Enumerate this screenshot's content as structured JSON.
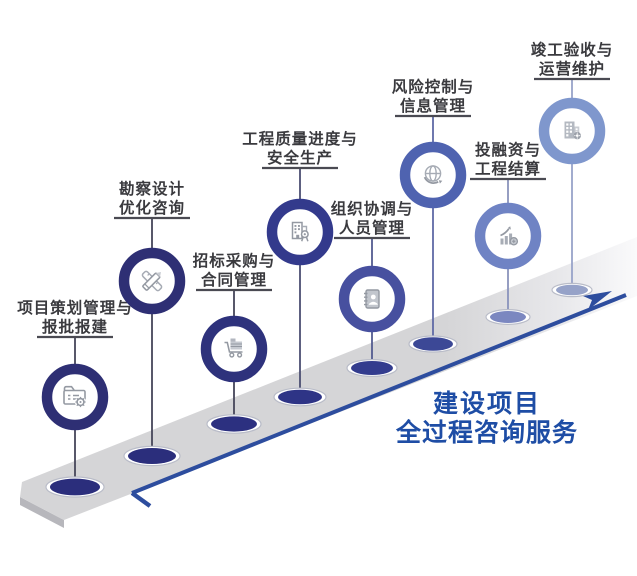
{
  "title": {
    "line1": "建设项目",
    "line2": "全过程咨询服务",
    "color": "#1e4da5"
  },
  "steps": [
    {
      "line1": "项目策划管理与",
      "line2": "报批报建",
      "icon": "folder-gear-icon",
      "ring_color": "#2e2f74",
      "ellipse_color": "#2b2e7c",
      "line_color": "#46465a"
    },
    {
      "line1": "勘察设计",
      "line2": "优化咨询",
      "icon": "design-tools-icon",
      "ring_color": "#2e2f74",
      "ellipse_color": "#2b2e7c",
      "line_color": "#46465a"
    },
    {
      "line1": "招标采购与",
      "line2": "合同管理",
      "icon": "cart-icon",
      "ring_color": "#2e327c",
      "ellipse_color": "#2c3080",
      "line_color": "#46465a"
    },
    {
      "line1": "工程质量进度与",
      "line2": "安全生产",
      "icon": "building-award-icon",
      "ring_color": "#333a8c",
      "ellipse_color": "#2e3486",
      "line_color": "#4b4e72"
    },
    {
      "line1": "组织协调与",
      "line2": "人员管理",
      "icon": "address-book-icon",
      "ring_color": "#47509f",
      "ellipse_color": "#333c8e",
      "line_color": "#535b90"
    },
    {
      "line1": "风险控制与",
      "line2": "信息管理",
      "icon": "globe-sync-icon",
      "ring_color": "#4f63b0",
      "ellipse_color": "#3c4896",
      "line_color": "#5f6aa6"
    },
    {
      "line1": "投融资与",
      "line2": "工程结算",
      "icon": "chart-growth-icon",
      "ring_color": "#6f83c4",
      "ellipse_color": "#7b87c0",
      "line_color": "#8a93bc"
    },
    {
      "line1": "竣工验收与",
      "line2": "运营维护",
      "icon": "building-gear-icon",
      "ring_color": "#7f97cd",
      "ellipse_color": "#96a2c8",
      "line_color": "#98a3c9"
    }
  ],
  "colors": {
    "background": "#ffffff",
    "label_text": "#3a3a3e",
    "underline": "#4a4a52",
    "ramp_top": "#d5d5d7",
    "ramp_fade": "#fafafb",
    "ramp_bevel": "#b7b7bc",
    "ellipse_ring": "#b9bcc8",
    "arrow": "#2d4d9e",
    "icon_gray": "#9499a2",
    "title_blue": "#1e4da5"
  }
}
